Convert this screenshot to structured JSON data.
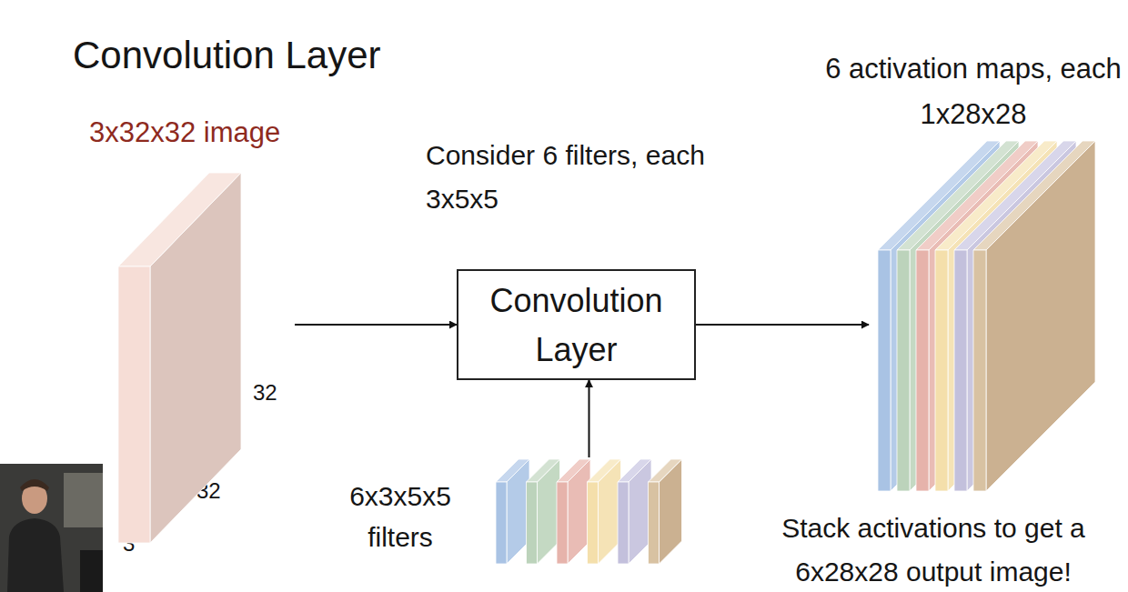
{
  "diagram": {
    "title": "Convolution Layer",
    "nodes": [
      {
        "text": [
          "3x32x32 image"
        ]
      },
      {
        "text": [
          "Convolution Layer"
        ]
      },
      {
        "text": [
          "6x3x5x5 filters"
        ]
      },
      {
        "text": [
          "6 activation maps, each 1x28x28"
        ]
      }
    ],
    "edges": [
      {
        "from": 0,
        "to": 1,
        "arrow": "to"
      },
      {
        "from": 2,
        "to": 1,
        "arrow": "to"
      },
      {
        "from": 1,
        "to": 3,
        "arrow": "to"
      }
    ],
    "labels": [
      "32",
      "32",
      "3",
      "Consider 6 filters, each 3x5x5",
      "Stack activations to get a 6x28x28 output image!"
    ]
  }
}
